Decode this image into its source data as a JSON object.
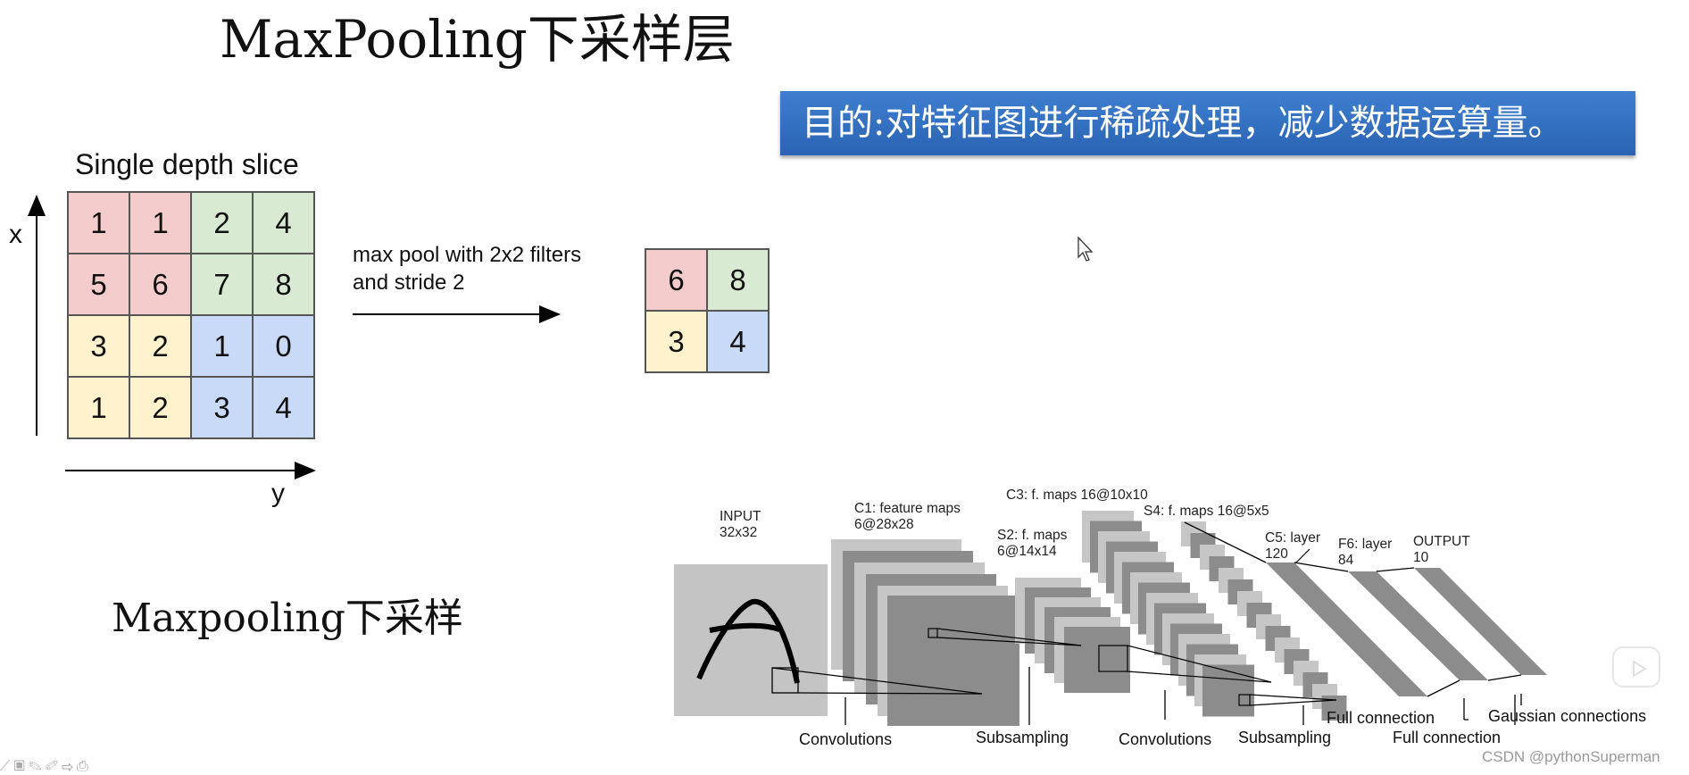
{
  "title": "MaxPooling下采样层",
  "banner": "目的:对特征图进行稀疏处理，减少数据运算量。",
  "pooling": {
    "slice_title": "Single depth slice",
    "x_axis_label": "x",
    "y_axis_label": "y",
    "op_label_line1": "max pool with 2x2 filters",
    "op_label_line2": "and stride 2",
    "input_grid": [
      [
        1,
        1,
        2,
        4
      ],
      [
        5,
        6,
        7,
        8
      ],
      [
        3,
        2,
        1,
        0
      ],
      [
        1,
        2,
        3,
        4
      ]
    ],
    "output_grid": [
      [
        6,
        8
      ],
      [
        3,
        4
      ]
    ],
    "quadrant_colors": {
      "red": "#f4cccc",
      "green": "#d9ead3",
      "yellow": "#fff2cc",
      "blue": "#c9daf8"
    }
  },
  "subtitle": "Maxpooling下采样",
  "lenet": {
    "input_label": "INPUT",
    "input_size": "32x32",
    "c1_label": "C1: feature maps",
    "c1_size": "6@28x28",
    "s2_label": "S2: f. maps",
    "s2_size": "6@14x14",
    "c3_label": "C3: f. maps 16@10x10",
    "s4_label": "S4: f. maps 16@5x5",
    "c5_label": "C5: layer",
    "c5_size": "120",
    "f6_label": "F6: layer",
    "f6_size": "84",
    "output_label": "OUTPUT",
    "output_size": "10",
    "bottom_labels": {
      "conv1": "Convolutions",
      "sub1": "Subsampling",
      "conv2": "Convolutions",
      "sub2": "Subsampling",
      "full1": "Full connection",
      "full2": "Full connection",
      "gauss": "Gaussian connections"
    }
  },
  "watermark": "CSDN @pythonSuperman",
  "icons": [
    "cursor-icon",
    "play-icon",
    "toolbar-icons"
  ]
}
